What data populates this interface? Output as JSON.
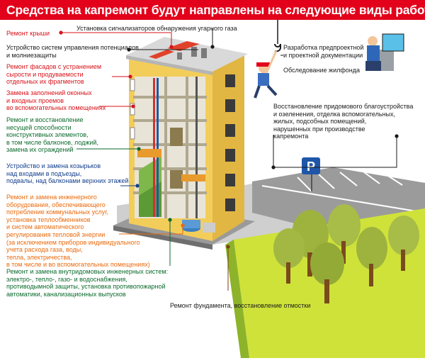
{
  "title": "Средства на капремонт будут направлены на следующие виды работ:",
  "left_labels": {
    "roof": "Ремонт крыши",
    "sensors": "Установка сигнализаторов обнаружения угарного газа",
    "potential": [
      "Устройство систем управления потенциалов",
      "и молниезащиты"
    ],
    "facade": [
      "Ремонт фасадов с устранением",
      "сырости и продуваемости",
      "отдельных их фрагментов"
    ],
    "windows": [
      "Замена заполнений оконных",
      "и входных проемов",
      "во вспомогательных помещениях"
    ],
    "structures": [
      "Ремонт и восстановление",
      "несущей способности",
      "конструктивных элементов,",
      "в том числе балконов, лоджий,",
      "замена их ограждений"
    ],
    "canopies": [
      "Устройство и замена козырьков",
      "над входами в подъезды,",
      "подвалы, над балконами верхних этажей"
    ],
    "engineering": [
      "Ремонт и замена инженерного",
      "оборудования, обеспечивающего",
      "потребление коммунальных услуг,",
      "установка теплообменников",
      "и систем автоматического",
      "регулирования тепловой энергии",
      "(за исключением приборов индивидуального",
      "учета расхода газа, воды,",
      "тепла, электричества,",
      "в том числе и во вспомогательных помещениях)"
    ],
    "internal": [
      "Ремонт и замена внутридомовых инженерных систем:",
      "электро-, тепло-, газо- и водоснабжения,",
      "противодымной защиты, установка противопожарной",
      "автоматики, канализационных выпусков"
    ]
  },
  "right_labels": {
    "design": [
      "Разработка предпроектной",
      "и проектной документации"
    ],
    "survey": "Обследование жилфонда",
    "landscape": [
      "Восстановление придомового благоустройства",
      "и озеленения, отделка вспомогательных,",
      "жилых, подсобных помещений,",
      "нарушенных при производстве",
      "капремонта"
    ]
  },
  "bottom_label": "Ремонт фундамента, восстановление отмостки",
  "parking_sign": "P",
  "colors": {
    "header": "#e2001a",
    "black": "#1a1a1a",
    "red": "#d8121a",
    "green": "#0b6a2c",
    "blue": "#123d8c",
    "orange": "#ea6a0c",
    "brown": "#7a3f12",
    "wall": "#f3cd5a",
    "lawn": "#cfe23a",
    "parking": "#1f56a8"
  }
}
